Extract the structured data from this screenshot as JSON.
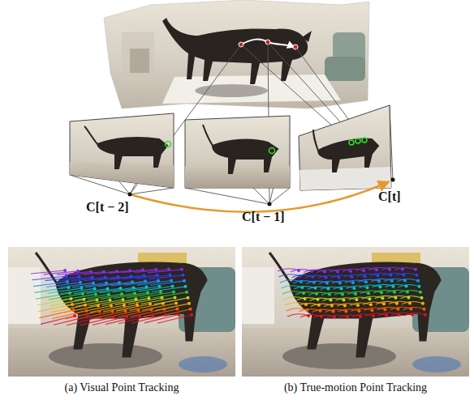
{
  "diagram": {
    "labels": [
      "C[t − 2]",
      "C[t − 1]",
      "C[t]",
      "(a) Visual Point Tracking",
      "(b) True-motion Point Tracking"
    ]
  }
}
